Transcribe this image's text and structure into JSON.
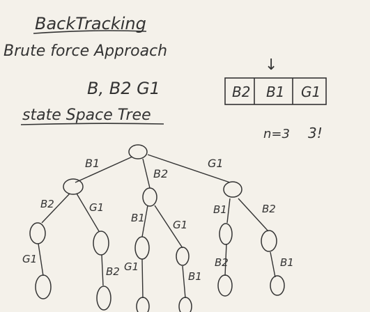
{
  "board": {
    "title": "BackTracking",
    "subtitle": "Brute force Approach",
    "items": "B, B2 G1",
    "state_space_label": "state Space Tree",
    "array_cells": [
      "B2",
      "B1",
      "G1"
    ],
    "array_arrow": "↓",
    "count_eq": "n=3",
    "count_fact": "3!",
    "edge_labels": {
      "root_left": "B1",
      "root_mid": "B2",
      "root_right": "G1",
      "l1_left": "B2",
      "l1_right": "G1",
      "m1_left": "B1",
      "m1_right": "G1",
      "r1_left": "B1",
      "r1_right": "B2",
      "l2_left": "G1",
      "l2_right": "B2",
      "m2_left": "G1",
      "m2_right": "B1",
      "r2_left": "B2",
      "r2_right": "B1"
    }
  }
}
